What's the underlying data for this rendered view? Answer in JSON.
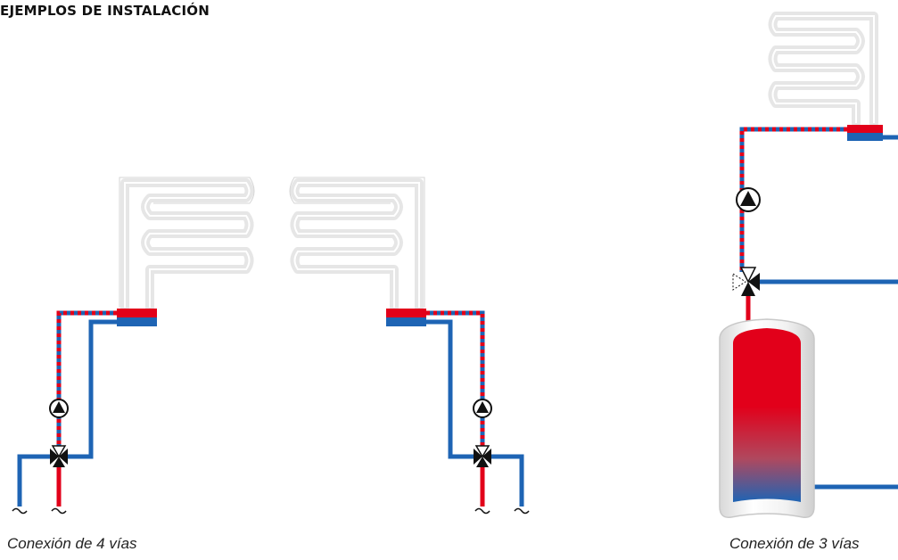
{
  "page": {
    "title": "EJEMPLOS DE INSTALACIÓN"
  },
  "captions": {
    "four_way": "Conexión de 4 vías",
    "three_way": "Conexión de 3 vías"
  },
  "colors": {
    "supply": "#e2001a",
    "return": "#1e64b4",
    "radiator_outline": "#e8e8e8",
    "tank_hot": "#e2001a",
    "tank_cold": "#1e64b4",
    "symbol": "#111111"
  },
  "icons": {
    "radiator": "towel-radiator-icon",
    "pump": "circulation-pump-icon",
    "mixing_valve": "mixing-valve-icon",
    "tank": "hot-water-tank-icon",
    "inflow": "inflow-connection-icon"
  }
}
